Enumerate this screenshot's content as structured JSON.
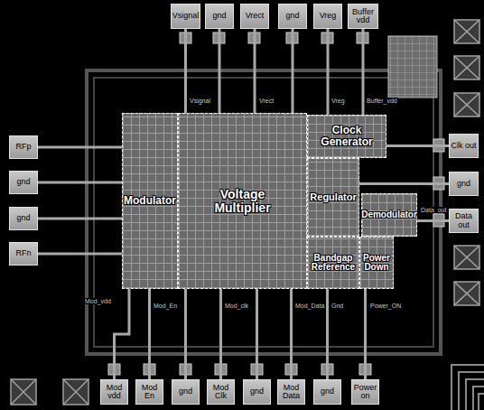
{
  "diagram": {
    "nodes": [
      {
        "text": [
          "Vsignal"
        ]
      },
      {
        "text": [
          "gnd"
        ]
      },
      {
        "text": [
          "Vrect"
        ]
      },
      {
        "text": [
          "gnd"
        ]
      },
      {
        "text": [
          "Vreg"
        ]
      },
      {
        "text": [
          "Buffer vdd"
        ]
      },
      {
        "text": [
          "RFp"
        ]
      },
      {
        "text": [
          "gnd"
        ]
      },
      {
        "text": [
          "gnd"
        ]
      },
      {
        "text": [
          "RFn"
        ]
      },
      {
        "text": [
          "Modulator"
        ]
      },
      {
        "text": [
          "Voltage Multiplier"
        ]
      },
      {
        "text": [
          "Clock Generator"
        ]
      },
      {
        "text": [
          "Regulator"
        ]
      },
      {
        "text": [
          "Demodulator"
        ]
      },
      {
        "text": [
          "Bandgap Reference"
        ]
      },
      {
        "text": [
          "Power Down"
        ]
      },
      {
        "text": [
          "Clk out"
        ]
      },
      {
        "text": [
          "gnd"
        ]
      },
      {
        "text": [
          "Data out"
        ]
      },
      {
        "text": [
          "Mod vdd"
        ]
      },
      {
        "text": [
          "Mod En"
        ]
      },
      {
        "text": [
          "gnd"
        ]
      },
      {
        "text": [
          "Mod Clk"
        ]
      },
      {
        "text": [
          "gnd"
        ]
      },
      {
        "text": [
          "Mod Data"
        ]
      },
      {
        "text": [
          "gnd"
        ]
      },
      {
        "text": [
          "Power on"
        ]
      }
    ],
    "edges": [
      {
        "from": 0,
        "to": 11,
        "arrow": "none"
      },
      {
        "from": 1,
        "to": 11,
        "arrow": "none"
      },
      {
        "from": 2,
        "to": 11,
        "arrow": "none"
      },
      {
        "from": 3,
        "to": 11,
        "arrow": "none"
      },
      {
        "from": 4,
        "to": 12,
        "arrow": "none"
      },
      {
        "from": 5,
        "to": 12,
        "arrow": "none"
      },
      {
        "from": 6,
        "to": 10,
        "arrow": "none"
      },
      {
        "from": 7,
        "to": 10,
        "arrow": "none"
      },
      {
        "from": 8,
        "to": 10,
        "arrow": "none"
      },
      {
        "from": 9,
        "to": 10,
        "arrow": "none"
      },
      {
        "from": 17,
        "to": 12,
        "arrow": "none"
      },
      {
        "from": 18,
        "to": 13,
        "arrow": "none"
      },
      {
        "from": 19,
        "to": 14,
        "arrow": "none"
      },
      {
        "from": 20,
        "to": 10,
        "arrow": "none"
      },
      {
        "from": 21,
        "to": 10,
        "arrow": "none"
      },
      {
        "from": 22,
        "to": 11,
        "arrow": "none"
      },
      {
        "from": 23,
        "to": 11,
        "arrow": "none"
      },
      {
        "from": 24,
        "to": 11,
        "arrow": "none"
      },
      {
        "from": 25,
        "to": 11,
        "arrow": "none"
      },
      {
        "from": 26,
        "to": 15,
        "arrow": "none"
      },
      {
        "from": 27,
        "to": 16,
        "arrow": "none"
      }
    ],
    "labels": [
      "Vsignal",
      "Vrect",
      "Vreg",
      "Buffer_vdd",
      "Mod_vdd",
      "Mod_En",
      "Mod_clk",
      "Mod_Data",
      "Gnd",
      "Power_ON",
      "Data_out"
    ]
  }
}
